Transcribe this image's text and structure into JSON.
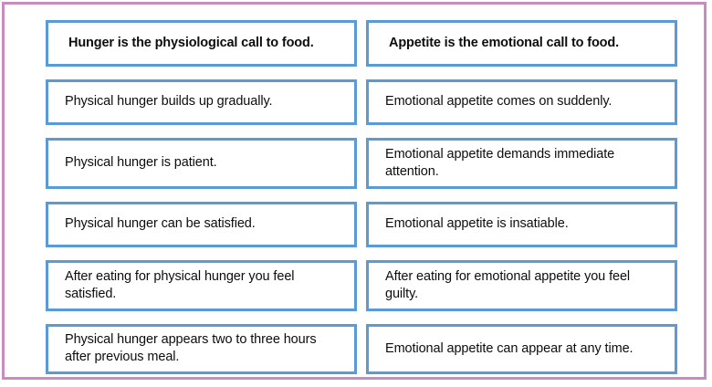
{
  "frame": {
    "border_color": "#c98cbe",
    "background": "#ffffff"
  },
  "card_style": {
    "border_color": "#5b9bd5",
    "text_color": "#0d0d0d"
  },
  "comparison": {
    "columns": [
      {
        "name": "hunger-column",
        "header": "Hunger is the physiological call to food.",
        "items": [
          "Physical hunger builds up gradually.",
          "Physical hunger is patient.",
          "Physical hunger can be satisfied.",
          "After eating for physical hunger you feel satisfied.",
          "Physical hunger appears two to three hours after previous meal."
        ]
      },
      {
        "name": "appetite-column",
        "header": "Appetite is the emotional call to food.",
        "items": [
          "Emotional appetite comes on suddenly.",
          "Emotional appetite demands immediate attention.",
          "Emotional appetite is insatiable.",
          "After eating for emotional appetite you feel guilty.",
          "Emotional appetite can appear at any time."
        ]
      }
    ]
  }
}
